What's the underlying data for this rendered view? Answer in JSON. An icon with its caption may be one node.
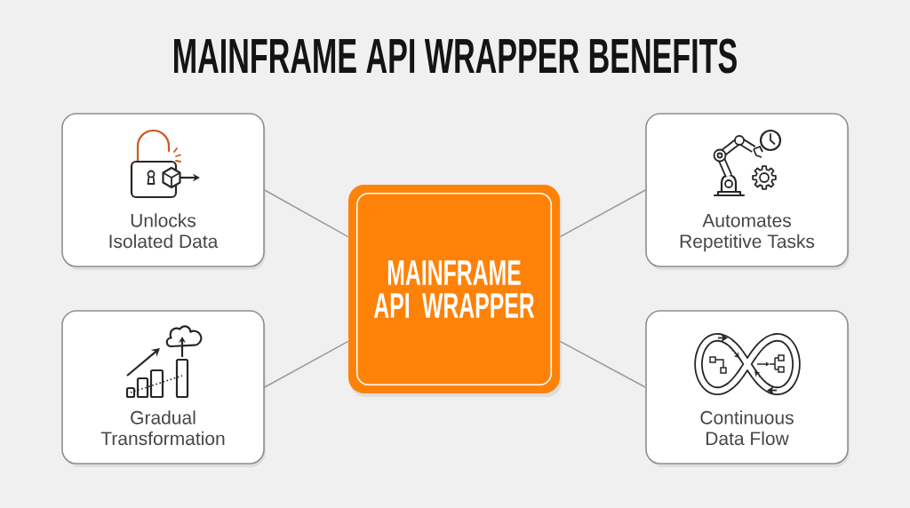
{
  "diagram": {
    "title": "MAINFRAME API WRAPPER BENEFITS",
    "nodes": [
      {
        "text": [
          "Unlocks Isolated Data"
        ]
      },
      {
        "text": [
          "Automates Repetitive Tasks"
        ]
      },
      {
        "text": [
          "MAINFRAME API WRAPPER"
        ]
      },
      {
        "text": [
          "Gradual Transformation"
        ]
      },
      {
        "text": [
          "Continuous Data Flow"
        ]
      }
    ],
    "edges": [
      {
        "from": 2,
        "to": 0,
        "arrow": "none"
      },
      {
        "from": 2,
        "to": 1,
        "arrow": "none"
      },
      {
        "from": 2,
        "to": 3,
        "arrow": "none"
      },
      {
        "from": 2,
        "to": 4,
        "arrow": "none"
      }
    ]
  }
}
